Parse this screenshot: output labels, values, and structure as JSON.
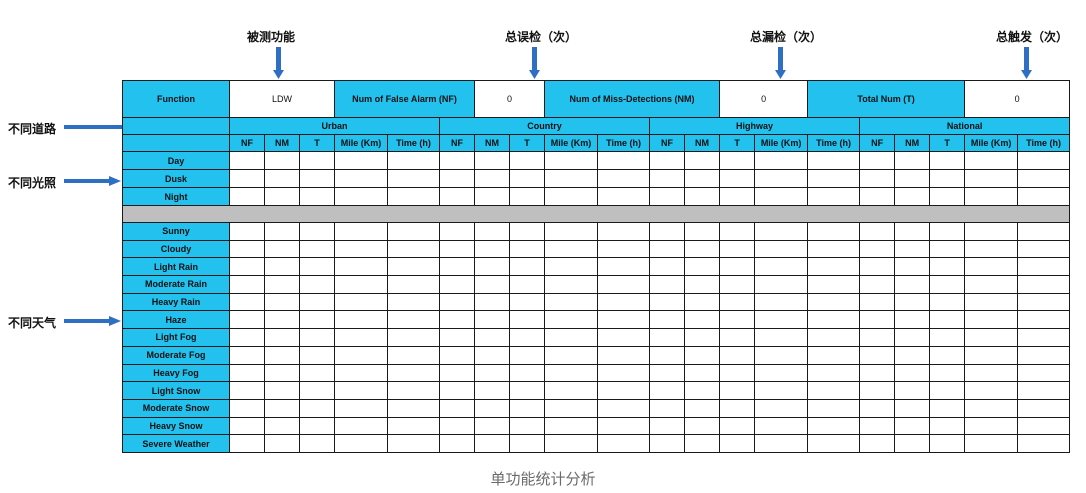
{
  "top_labels": {
    "function_label": "被测功能",
    "false_alarm_total": "总误检（次）",
    "miss_detection_total": "总漏检（次）",
    "trigger_total": "总触发（次）"
  },
  "side_labels": {
    "roads": "不同道路",
    "lighting": "不同光照",
    "weather": "不同天气"
  },
  "summary": {
    "function_label": "Function",
    "function_value": "LDW",
    "false_alarm_label": "Num of False Alarm (NF)",
    "false_alarm_value": "0",
    "miss_label": "Num of  Miss-Detections (NM)",
    "miss_value": "0",
    "total_label": "Total Num (T)",
    "total_value": "0"
  },
  "road_types": [
    "Urban",
    "Country",
    "Highway",
    "National"
  ],
  "columns": [
    "NF",
    "NM",
    "T",
    "Mile (Km)",
    "Time (h)"
  ],
  "lighting_rows": [
    "Day",
    "Dusk",
    "Night"
  ],
  "weather_rows": [
    "Sunny",
    "Cloudy",
    "Light Rain",
    "Moderate Rain",
    "Heavy Rain",
    "Haze",
    "Light Fog",
    "Moderate Fog",
    "Heavy Fog",
    "Light Snow",
    "Moderate Snow",
    "Heavy Snow",
    "Severe Weather"
  ],
  "caption": "单功能统计分析",
  "colors": {
    "header_blue": "#22c1ee",
    "arrow_blue": "#2e6fc4",
    "separator_gray": "#bfbfbf"
  }
}
